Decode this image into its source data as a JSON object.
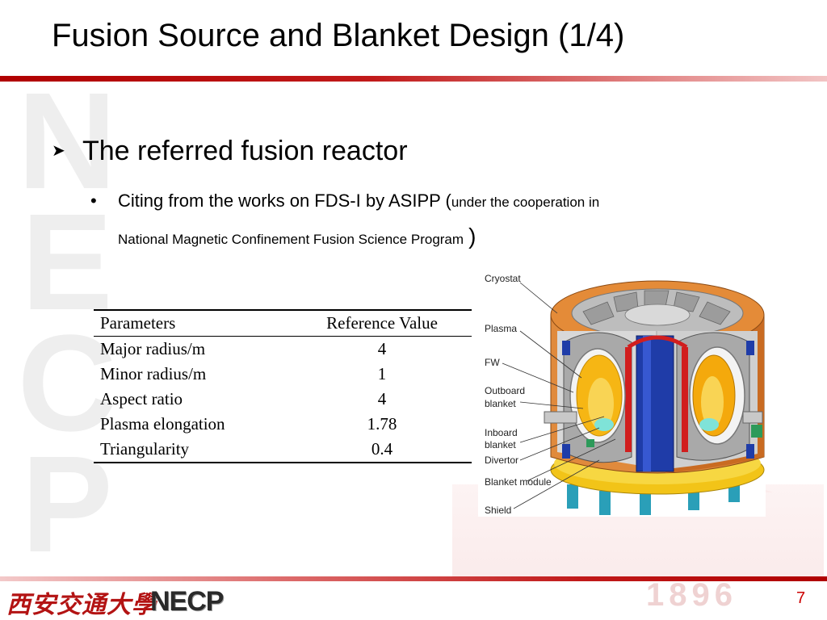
{
  "slide": {
    "title": "Fusion Source and Blanket Design (1/4)",
    "bullet_level1": "The referred fusion reactor",
    "bullet_level2": {
      "main": "Citing from the works on FDS-I by ASIPP (",
      "small_line1": "under the cooperation in",
      "small_line2": "National Magnetic Confinement Fusion Science Program",
      "close": ")"
    },
    "page_number": "7"
  },
  "watermark": {
    "letters": [
      "N",
      "E",
      "C",
      "P"
    ],
    "year": "1896"
  },
  "table": {
    "headers": [
      "Parameters",
      "Reference Value"
    ],
    "rows": [
      [
        "Major radius/m",
        "4"
      ],
      [
        "Minor radius/m",
        "1"
      ],
      [
        "Aspect ratio",
        "4"
      ],
      [
        "Plasma elongation",
        "1.78"
      ],
      [
        "Triangularity",
        "0.4"
      ]
    ]
  },
  "diagram": {
    "labels": [
      "Cryostat",
      "Plasma",
      "FW",
      "Outboard",
      "blanket",
      "Inboard",
      "blanket",
      "Divertor",
      "Blanket module",
      "Shield"
    ]
  },
  "footer": {
    "university": "西安交通大學",
    "logo": "NECP"
  },
  "colors": {
    "accent_red": "#b00000",
    "page_number_red": "#cc0000",
    "university_red": "#b31313"
  }
}
